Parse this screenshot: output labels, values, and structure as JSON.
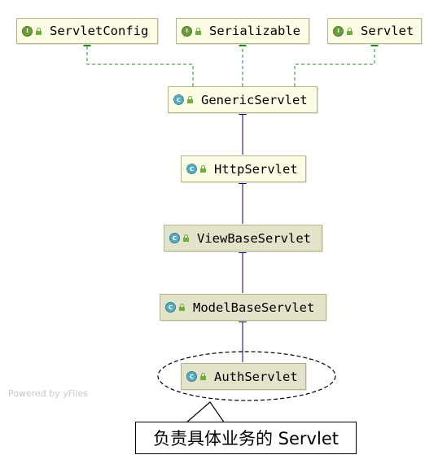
{
  "nodes": [
    {
      "id": "servlet-config",
      "label": "ServletConfig",
      "kind": "interface"
    },
    {
      "id": "serializable",
      "label": "Serializable",
      "kind": "interface"
    },
    {
      "id": "servlet",
      "label": "Servlet",
      "kind": "interface"
    },
    {
      "id": "generic-servlet",
      "label": "GenericServlet",
      "kind": "abstract-class"
    },
    {
      "id": "http-servlet",
      "label": "HttpServlet",
      "kind": "abstract-class"
    },
    {
      "id": "view-base-servlet",
      "label": "ViewBaseServlet",
      "kind": "class"
    },
    {
      "id": "model-base-servlet",
      "label": "ModelBaseServlet",
      "kind": "class"
    },
    {
      "id": "auth-servlet",
      "label": "AuthServlet",
      "kind": "class"
    }
  ],
  "edges": [
    {
      "from": "generic-servlet",
      "to": "servlet-config",
      "type": "implements"
    },
    {
      "from": "generic-servlet",
      "to": "serializable",
      "type": "implements"
    },
    {
      "from": "generic-servlet",
      "to": "servlet",
      "type": "implements"
    },
    {
      "from": "http-servlet",
      "to": "generic-servlet",
      "type": "extends"
    },
    {
      "from": "view-base-servlet",
      "to": "http-servlet",
      "type": "extends"
    },
    {
      "from": "model-base-servlet",
      "to": "view-base-servlet",
      "type": "extends"
    },
    {
      "from": "auth-servlet",
      "to": "model-base-servlet",
      "type": "extends"
    }
  ],
  "badges": {
    "interface": "I",
    "class": "C",
    "abstract-class": "C"
  },
  "colors": {
    "implements": "#2a8a2a",
    "extends": "#000080",
    "callout_border": "#000000"
  },
  "watermark": "Powered by yFiles",
  "callout": "负责具体业务的 Servlet"
}
